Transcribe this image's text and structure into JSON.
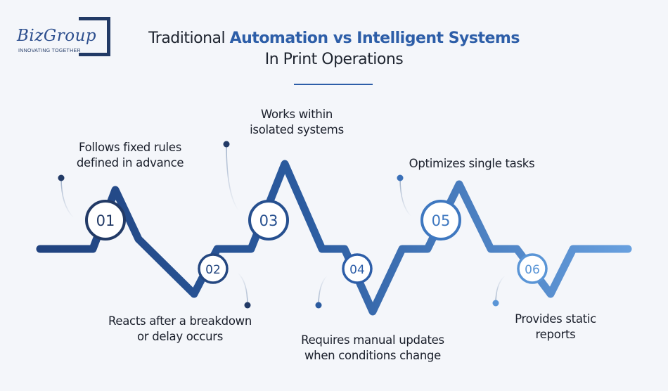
{
  "brand": {
    "name": "BizGroup",
    "tagline": "INNOVATING TOGETHER"
  },
  "title": {
    "prefix": "Traditional ",
    "highlight": "Automation vs Intelligent Systems",
    "line2": "In Print Operations"
  },
  "steps": [
    {
      "number": "01",
      "line1": "Follows fixed rules",
      "line2": "defined in advance"
    },
    {
      "number": "02",
      "line1": "Reacts after a breakdown",
      "line2": "or delay occurs"
    },
    {
      "number": "03",
      "line1": "Works within",
      "line2": "isolated systems"
    },
    {
      "number": "04",
      "line1": "Requires manual updates",
      "line2": "when conditions change"
    },
    {
      "number": "05",
      "line1": "Optimizes single tasks",
      "line2": ""
    },
    {
      "number": "06",
      "line1": "Provides static",
      "line2": "reports"
    }
  ],
  "colors": {
    "background": "#f4f6fa",
    "wave_start": "#1f3f7a",
    "wave_end": "#6fa8e6",
    "accent": "#2d5ea8",
    "text": "#1a1f2b"
  }
}
